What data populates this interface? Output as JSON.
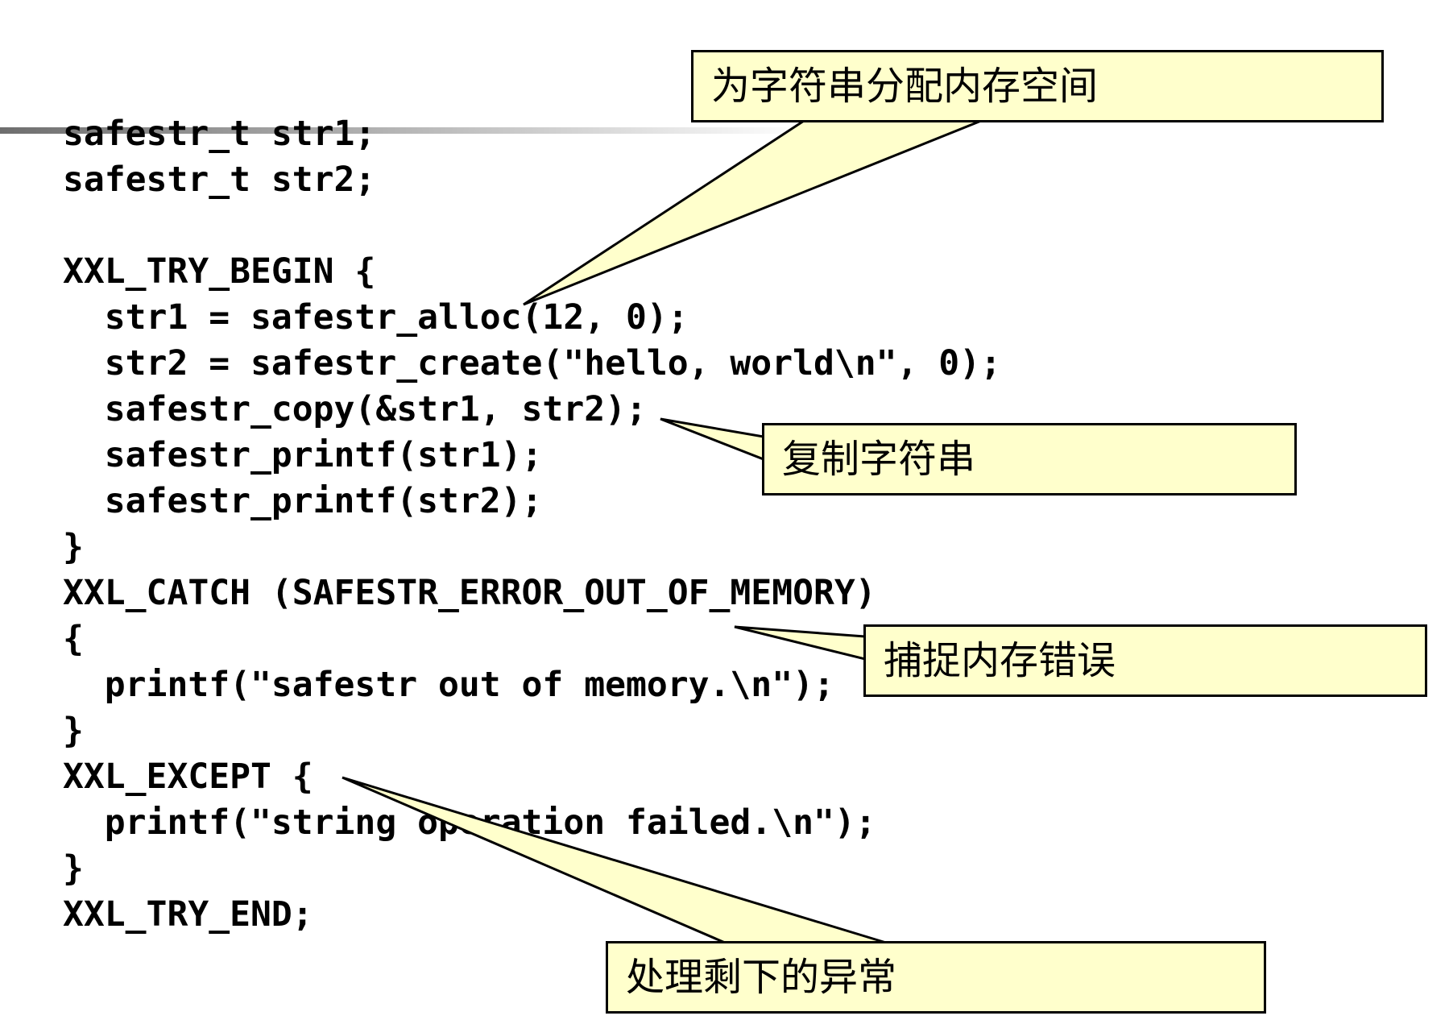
{
  "code_lines": [
    "safestr_t str1;",
    "safestr_t str2;",
    "",
    "XXL_TRY_BEGIN {",
    "  str1 = safestr_alloc(12, 0);",
    "  str2 = safestr_create(\"hello, world\\n\", 0);",
    "  safestr_copy(&str1, str2);",
    "  safestr_printf(str1);",
    "  safestr_printf(str2);",
    "}",
    "XXL_CATCH (SAFESTR_ERROR_OUT_OF_MEMORY)",
    "{",
    "  printf(\"safestr out of memory.\\n\");",
    "}",
    "XXL_EXCEPT {",
    "  printf(\"string operation failed.\\n\");",
    "}",
    "XXL_TRY_END;"
  ],
  "callouts": {
    "alloc": "为字符串分配内存空间",
    "copy": "复制字符串",
    "catch": "捕捉内存错误",
    "except": "处理剩下的异常"
  },
  "colors": {
    "callout_fill": "#ffffcc",
    "callout_border": "#000000",
    "code_text": "#000000"
  }
}
